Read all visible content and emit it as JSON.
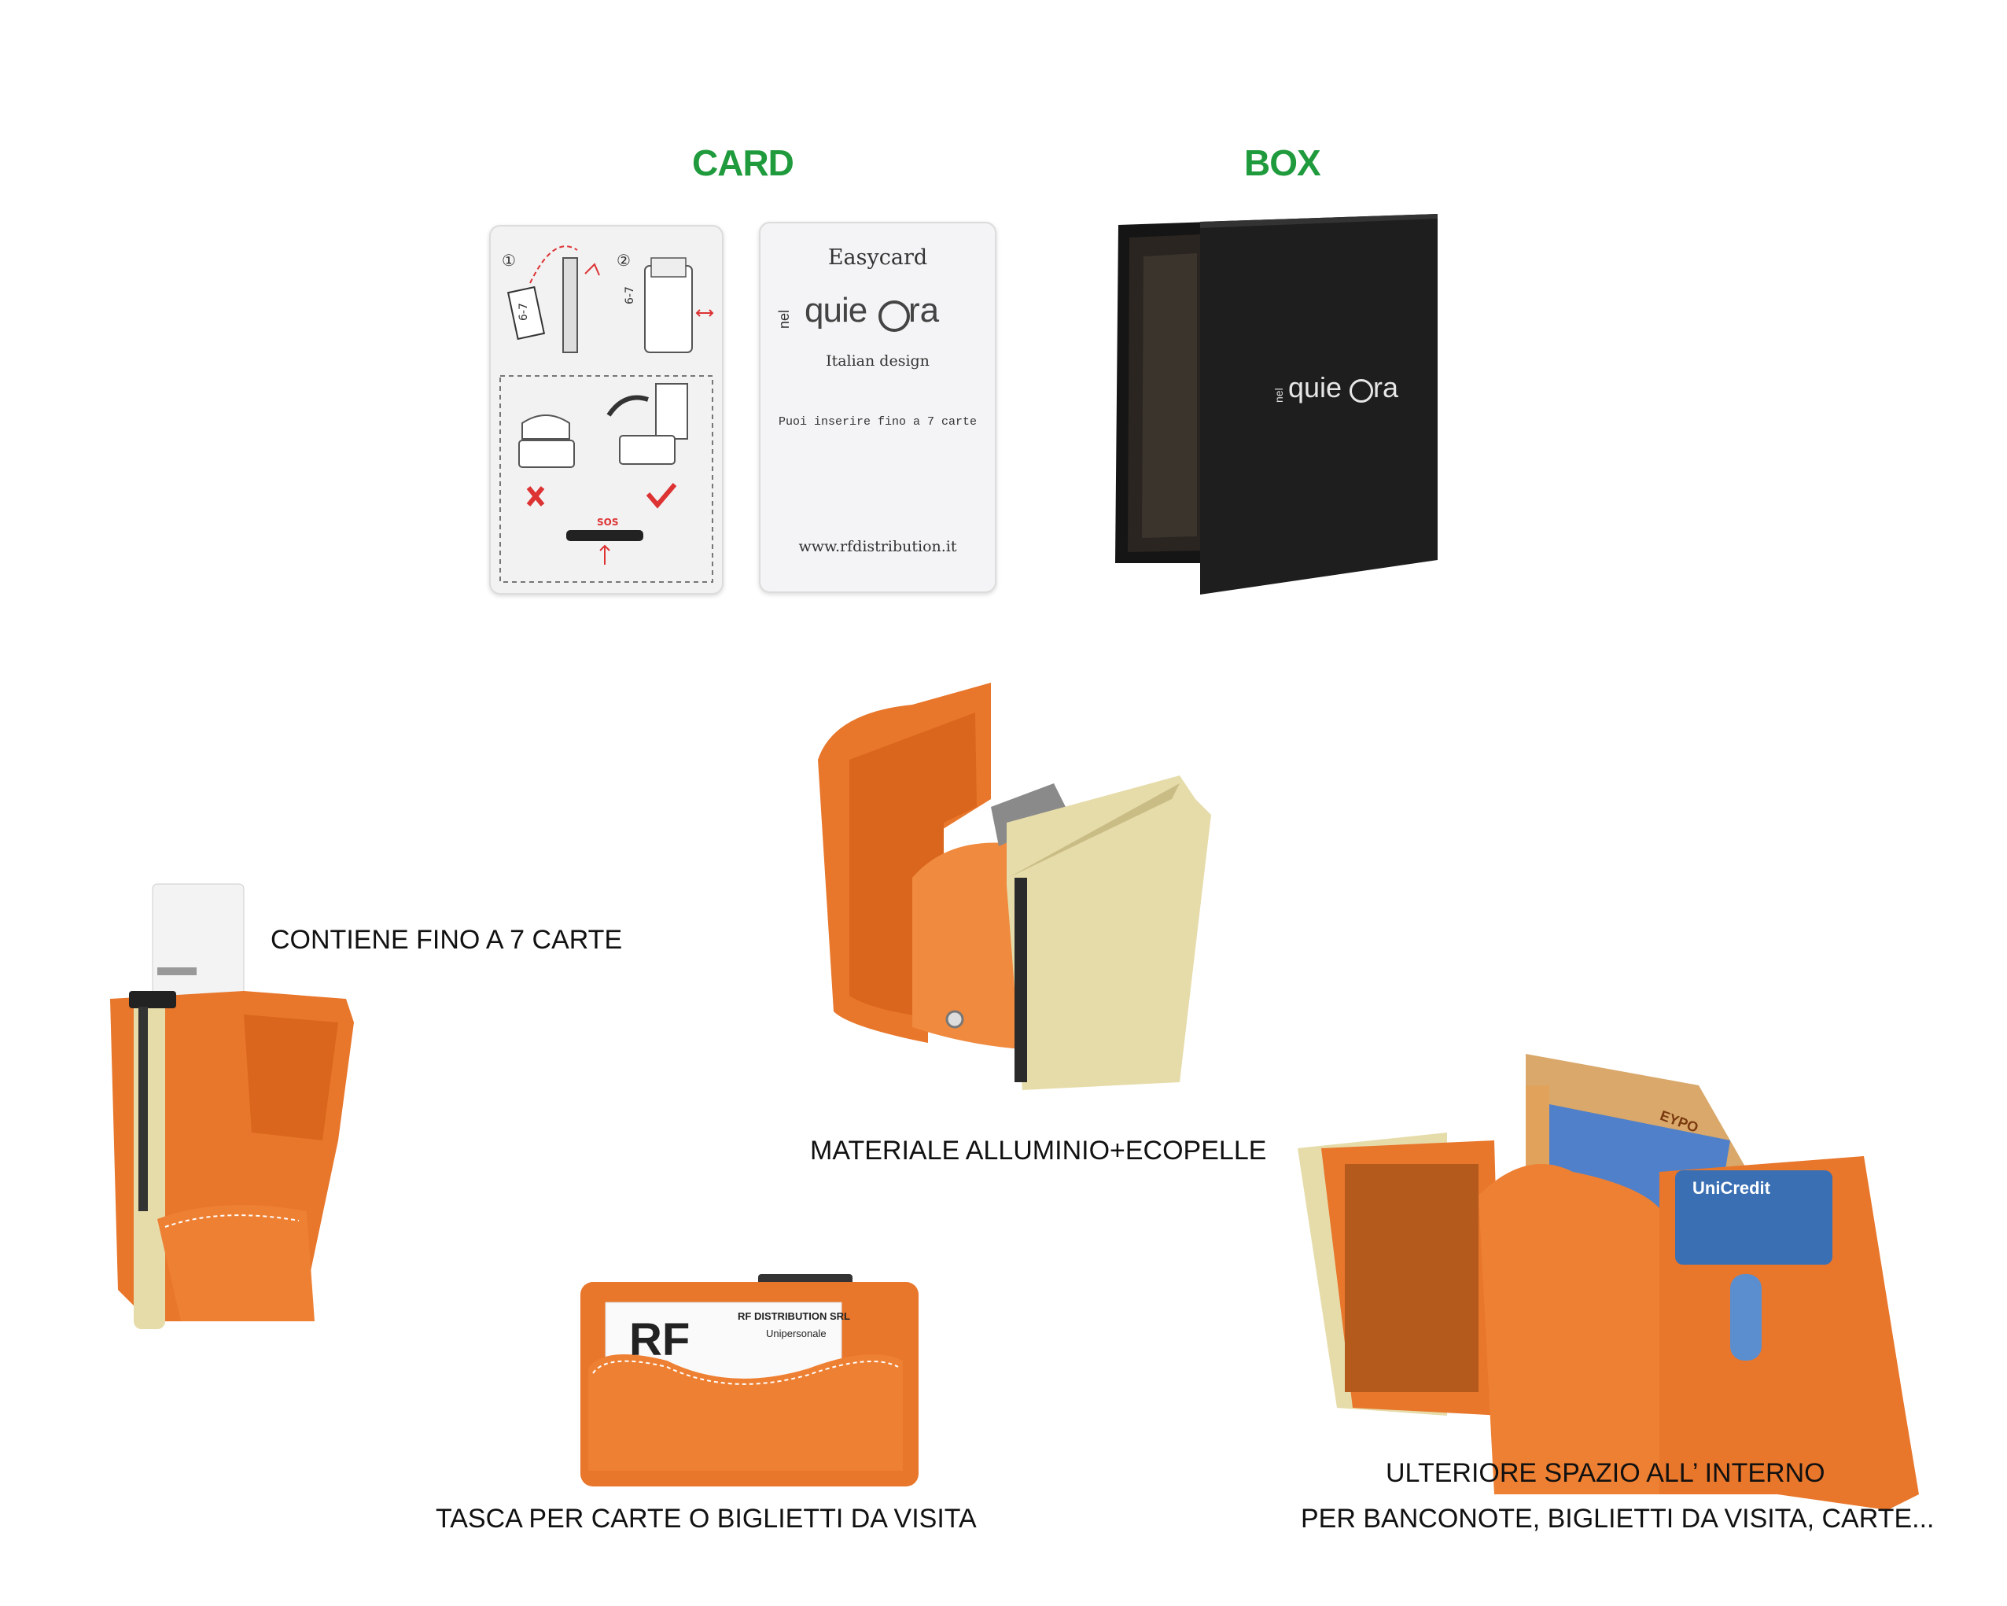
{
  "headings": {
    "card": "CARD",
    "box": "BOX"
  },
  "easycard": {
    "title": "Easycard",
    "brand_prefix": "nel",
    "brand_name": "quie",
    "brand_suffix": "ra",
    "tagline": "Italian design",
    "note": "Puoi inserire fino a 7 carte",
    "url": "www.rfdistribution.it"
  },
  "instruction_card": {
    "step1": "①",
    "step2": "②",
    "count_label": "6-7",
    "sos_label": "SOS"
  },
  "box": {
    "brand_prefix": "nel",
    "brand_name": "quie",
    "brand_suffix": "ra"
  },
  "business_card": {
    "company": "RF DISTRIBUTION SRL",
    "subline": "Unipersonale",
    "logo": "RF"
  },
  "bank_card": {
    "bank": "UniCredit"
  },
  "banknote": {
    "text": "EYPO"
  },
  "captions": {
    "cards": "CONTIENE FINO A 7 CARTE",
    "material": "MATERIALE ALLUMINIO+ECOPELLE",
    "pocket": "TASCA PER CARTE O BIGLIETTI DA VISITA",
    "interior_line1": "ULTERIORE SPAZIO ALL’ INTERNO",
    "interior_line2": "PER BANCONOTE, BIGLIETTI DA VISITA, CARTE..."
  },
  "colors": {
    "heading_green": "#1f9a3c",
    "leather_orange": "#e8762b",
    "aluminium_gold": "#e6dcaa",
    "box_black": "#1c1c1c"
  }
}
